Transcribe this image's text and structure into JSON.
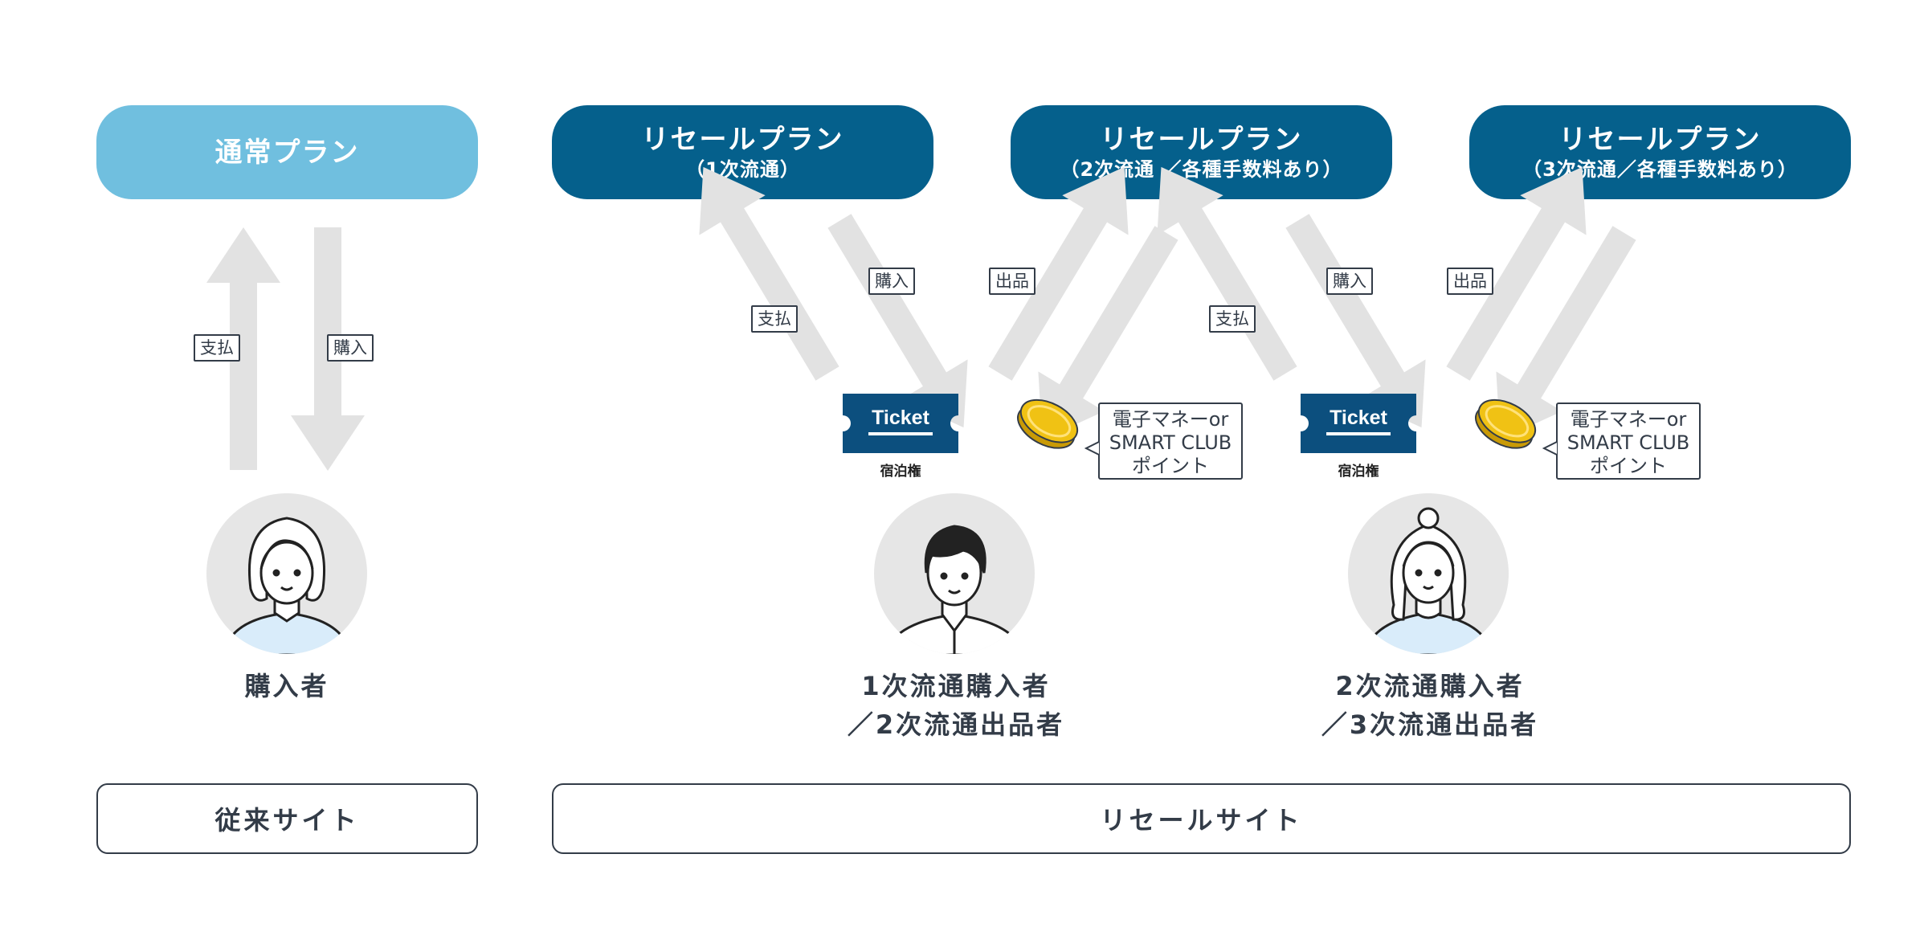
{
  "plans": [
    {
      "title": "通常プラン",
      "sub": ""
    },
    {
      "title": "リセールプラン",
      "sub": "（1次流通）"
    },
    {
      "title": "リセールプラン",
      "sub": "（2次流通 ／各種手数料あり）"
    },
    {
      "title": "リセールプラン",
      "sub": "（3次流通／各種手数料あり）"
    }
  ],
  "tags": {
    "pay": "支払",
    "buy": "購入",
    "sell": "出品"
  },
  "ticket": {
    "label": "Ticket",
    "caption": "宿泊権"
  },
  "point_balloon": {
    "line1": "電子マネーor",
    "line2": "SMART CLUB",
    "line3": "ポイント"
  },
  "people": {
    "buyer": "購入者",
    "p1_line1": "1次流通購入者",
    "p1_line2": "／2次流通出品者",
    "p2_line1": "2次流通購入者",
    "p2_line2": "／3次流通出品者"
  },
  "sites": {
    "legacy": "従来サイト",
    "resale": "リセールサイト"
  },
  "colors": {
    "light_plan": "#70bfdf",
    "dark_plan": "#05608c",
    "arrow": "#e2e2e2",
    "ticket": "#0c4f7e",
    "coin": "#f0c214"
  }
}
